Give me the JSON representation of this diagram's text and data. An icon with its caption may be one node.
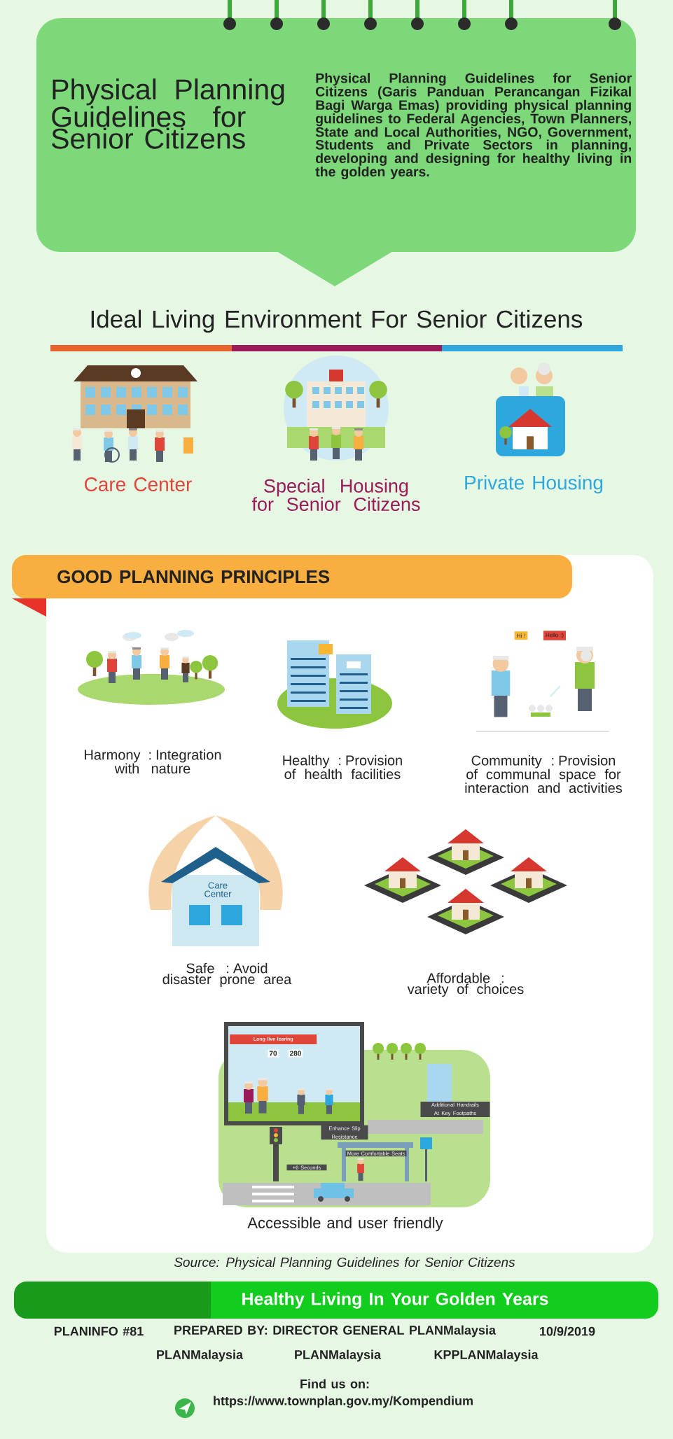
{
  "diagram": {
    "nodes": [
      {
        "text": [
          "Physical Planning Guidelines for Senior Citizens",
          "Physical Planning Guidelines for Senior Citizens (Garis Panduan Perancangan Fizikal Bagi Warga Emas) providing physical planning guidelines to Federal Agencies, Town Planners, State and Local Authorities, NGO, Government, Students and Private Sectors in planning, developing and designing for healthy living in the golden years."
        ]
      },
      {
        "text": [
          "GOOD PLANNING PRINCIPLES"
        ]
      },
      {
        "text": [
          "Healthy Living In Your Golden Years"
        ]
      }
    ],
    "labels": [
      "Ideal Living Environment For Senior Citizens",
      "Care Center",
      "Special Housing for Senior Citizens",
      "Private Housing",
      "Hi !",
      "Hello :)",
      "Harmony : Integration with nature",
      "Healthy : Provision of health facilities",
      "Community : Provision of communal space for interaction and activities",
      "Care Center",
      "Safe : Avoid disaster prone area",
      "Affordable : variety of choices",
      "Long live learing",
      "70",
      "280",
      "Additional Handrails At Key Footpaths",
      "Enhance Slip Resistance",
      "+6 Seconds",
      "More Comfortable Seats",
      "Accessible and user friendly",
      "Source: Physical Planning Guidelines for Senior Citizens",
      "PLANINFO #81",
      "PREPARED BY: DIRECTOR GENERAL PLANMalaysia",
      "10/9/2019",
      "PLANMalaysia",
      "PLANMalaysia",
      "KPPLANMalaysia",
      "Find us on:",
      "https://www.townplan.gov.my/Kompendium"
    ]
  }
}
